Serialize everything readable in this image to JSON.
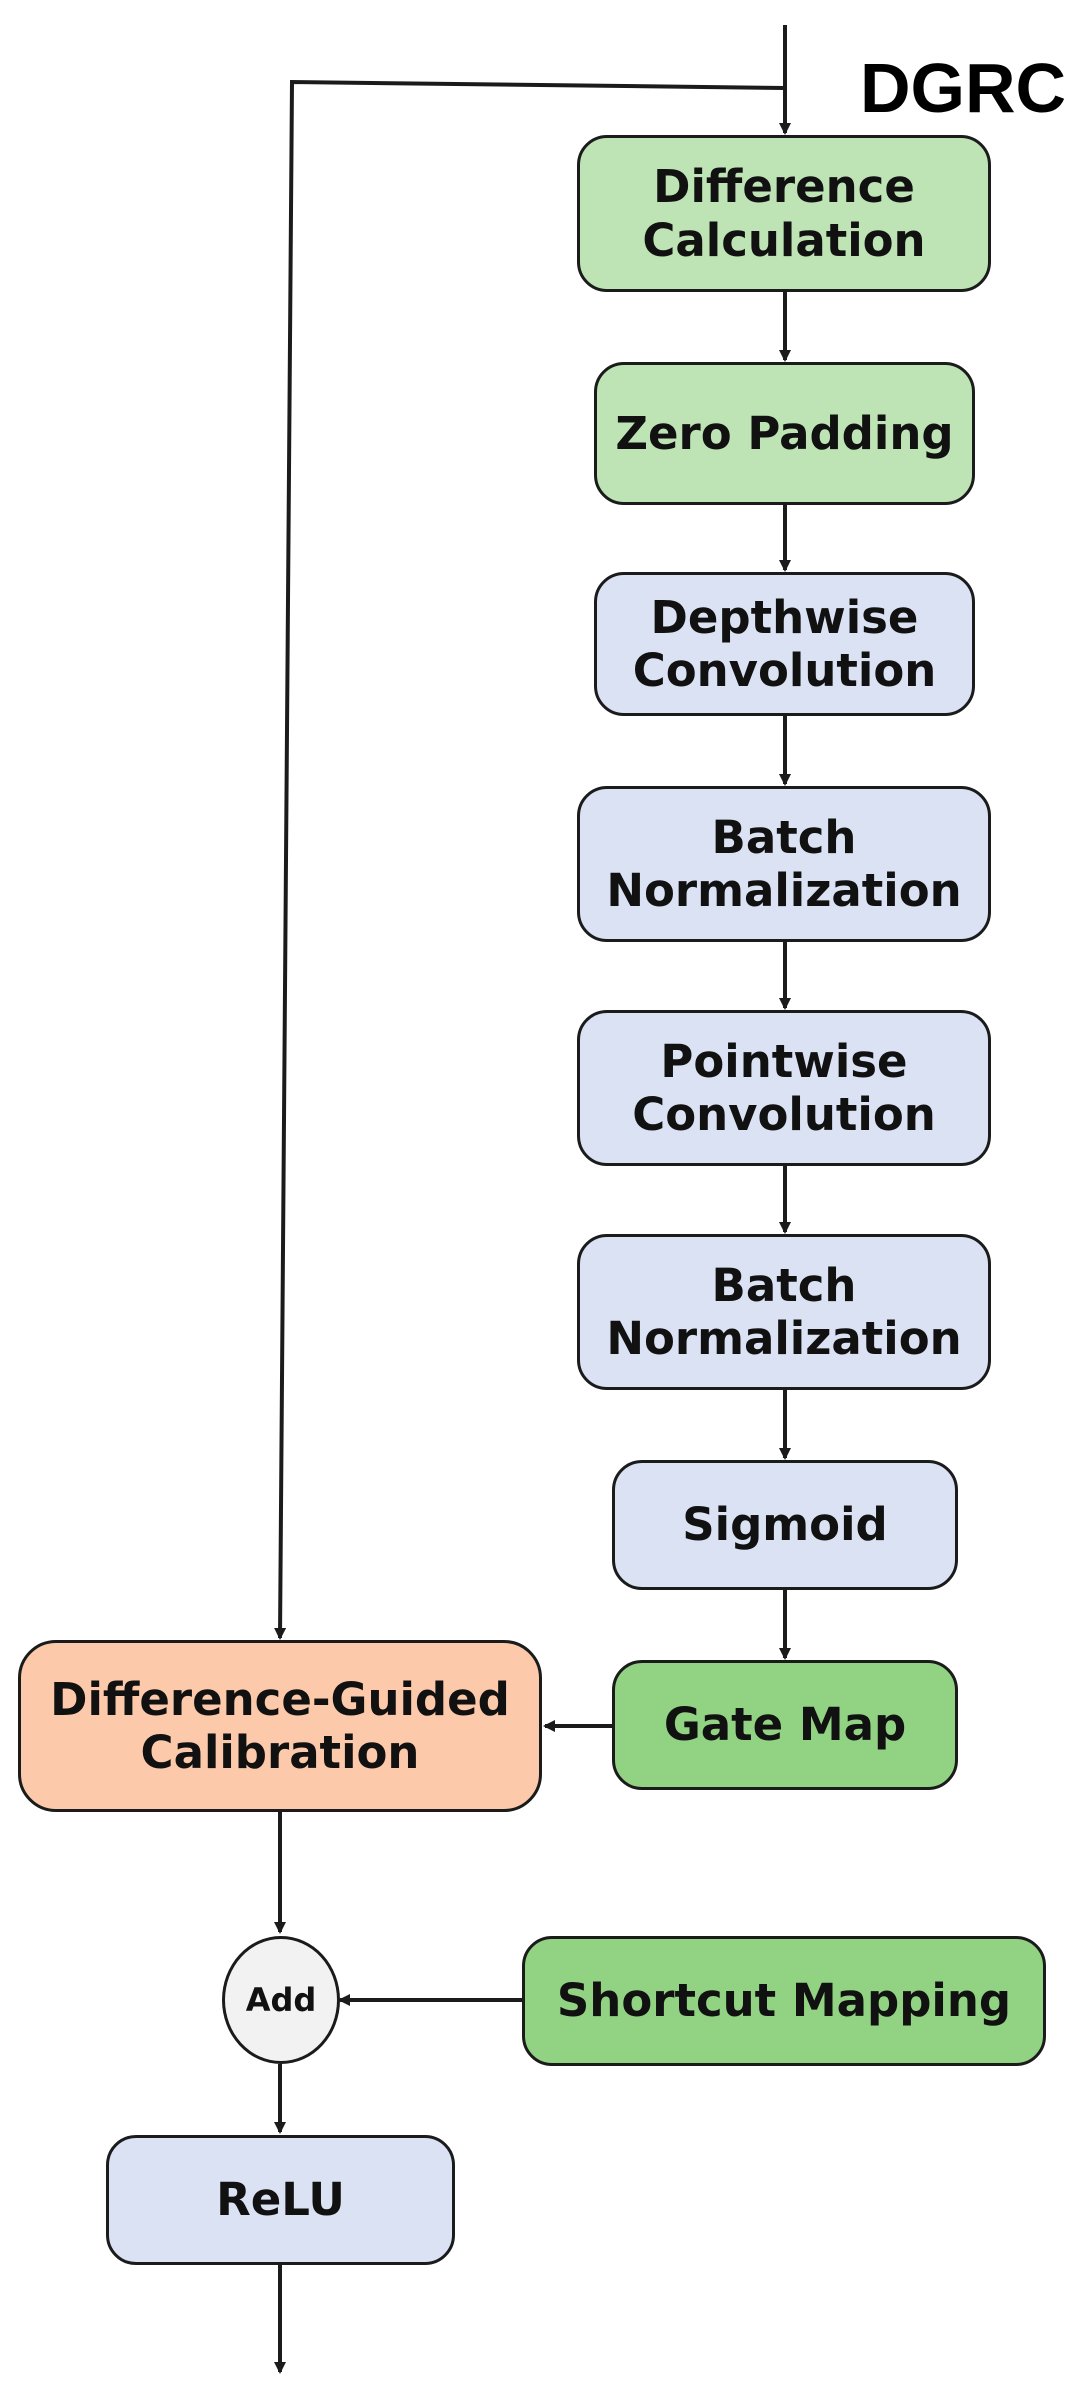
{
  "title": "DGRC",
  "nodes": {
    "difference_calculation": [
      "Difference",
      "Calculation"
    ],
    "zero_padding": "Zero Padding",
    "depthwise_convolution": [
      "Depthwise",
      "Convolution"
    ],
    "batch_normalization_1": [
      "Batch",
      "Normalization"
    ],
    "pointwise_convolution": [
      "Pointwise",
      "Convolution"
    ],
    "batch_normalization_2": [
      "Batch",
      "Normalization"
    ],
    "sigmoid": "Sigmoid",
    "gate_map": "Gate Map",
    "difference_guided_calibration": [
      "Difference-Guided",
      "Calibration"
    ],
    "add": "Add",
    "shortcut_mapping": "Shortcut Mapping",
    "relu": "ReLU"
  },
  "colors": {
    "light_green": "#bee3b5",
    "green": "#91d383",
    "blue": "#dae2f4",
    "orange": "#fcc9aa",
    "add_fill": "#f2f2f2",
    "line": "#1b1b1b"
  }
}
